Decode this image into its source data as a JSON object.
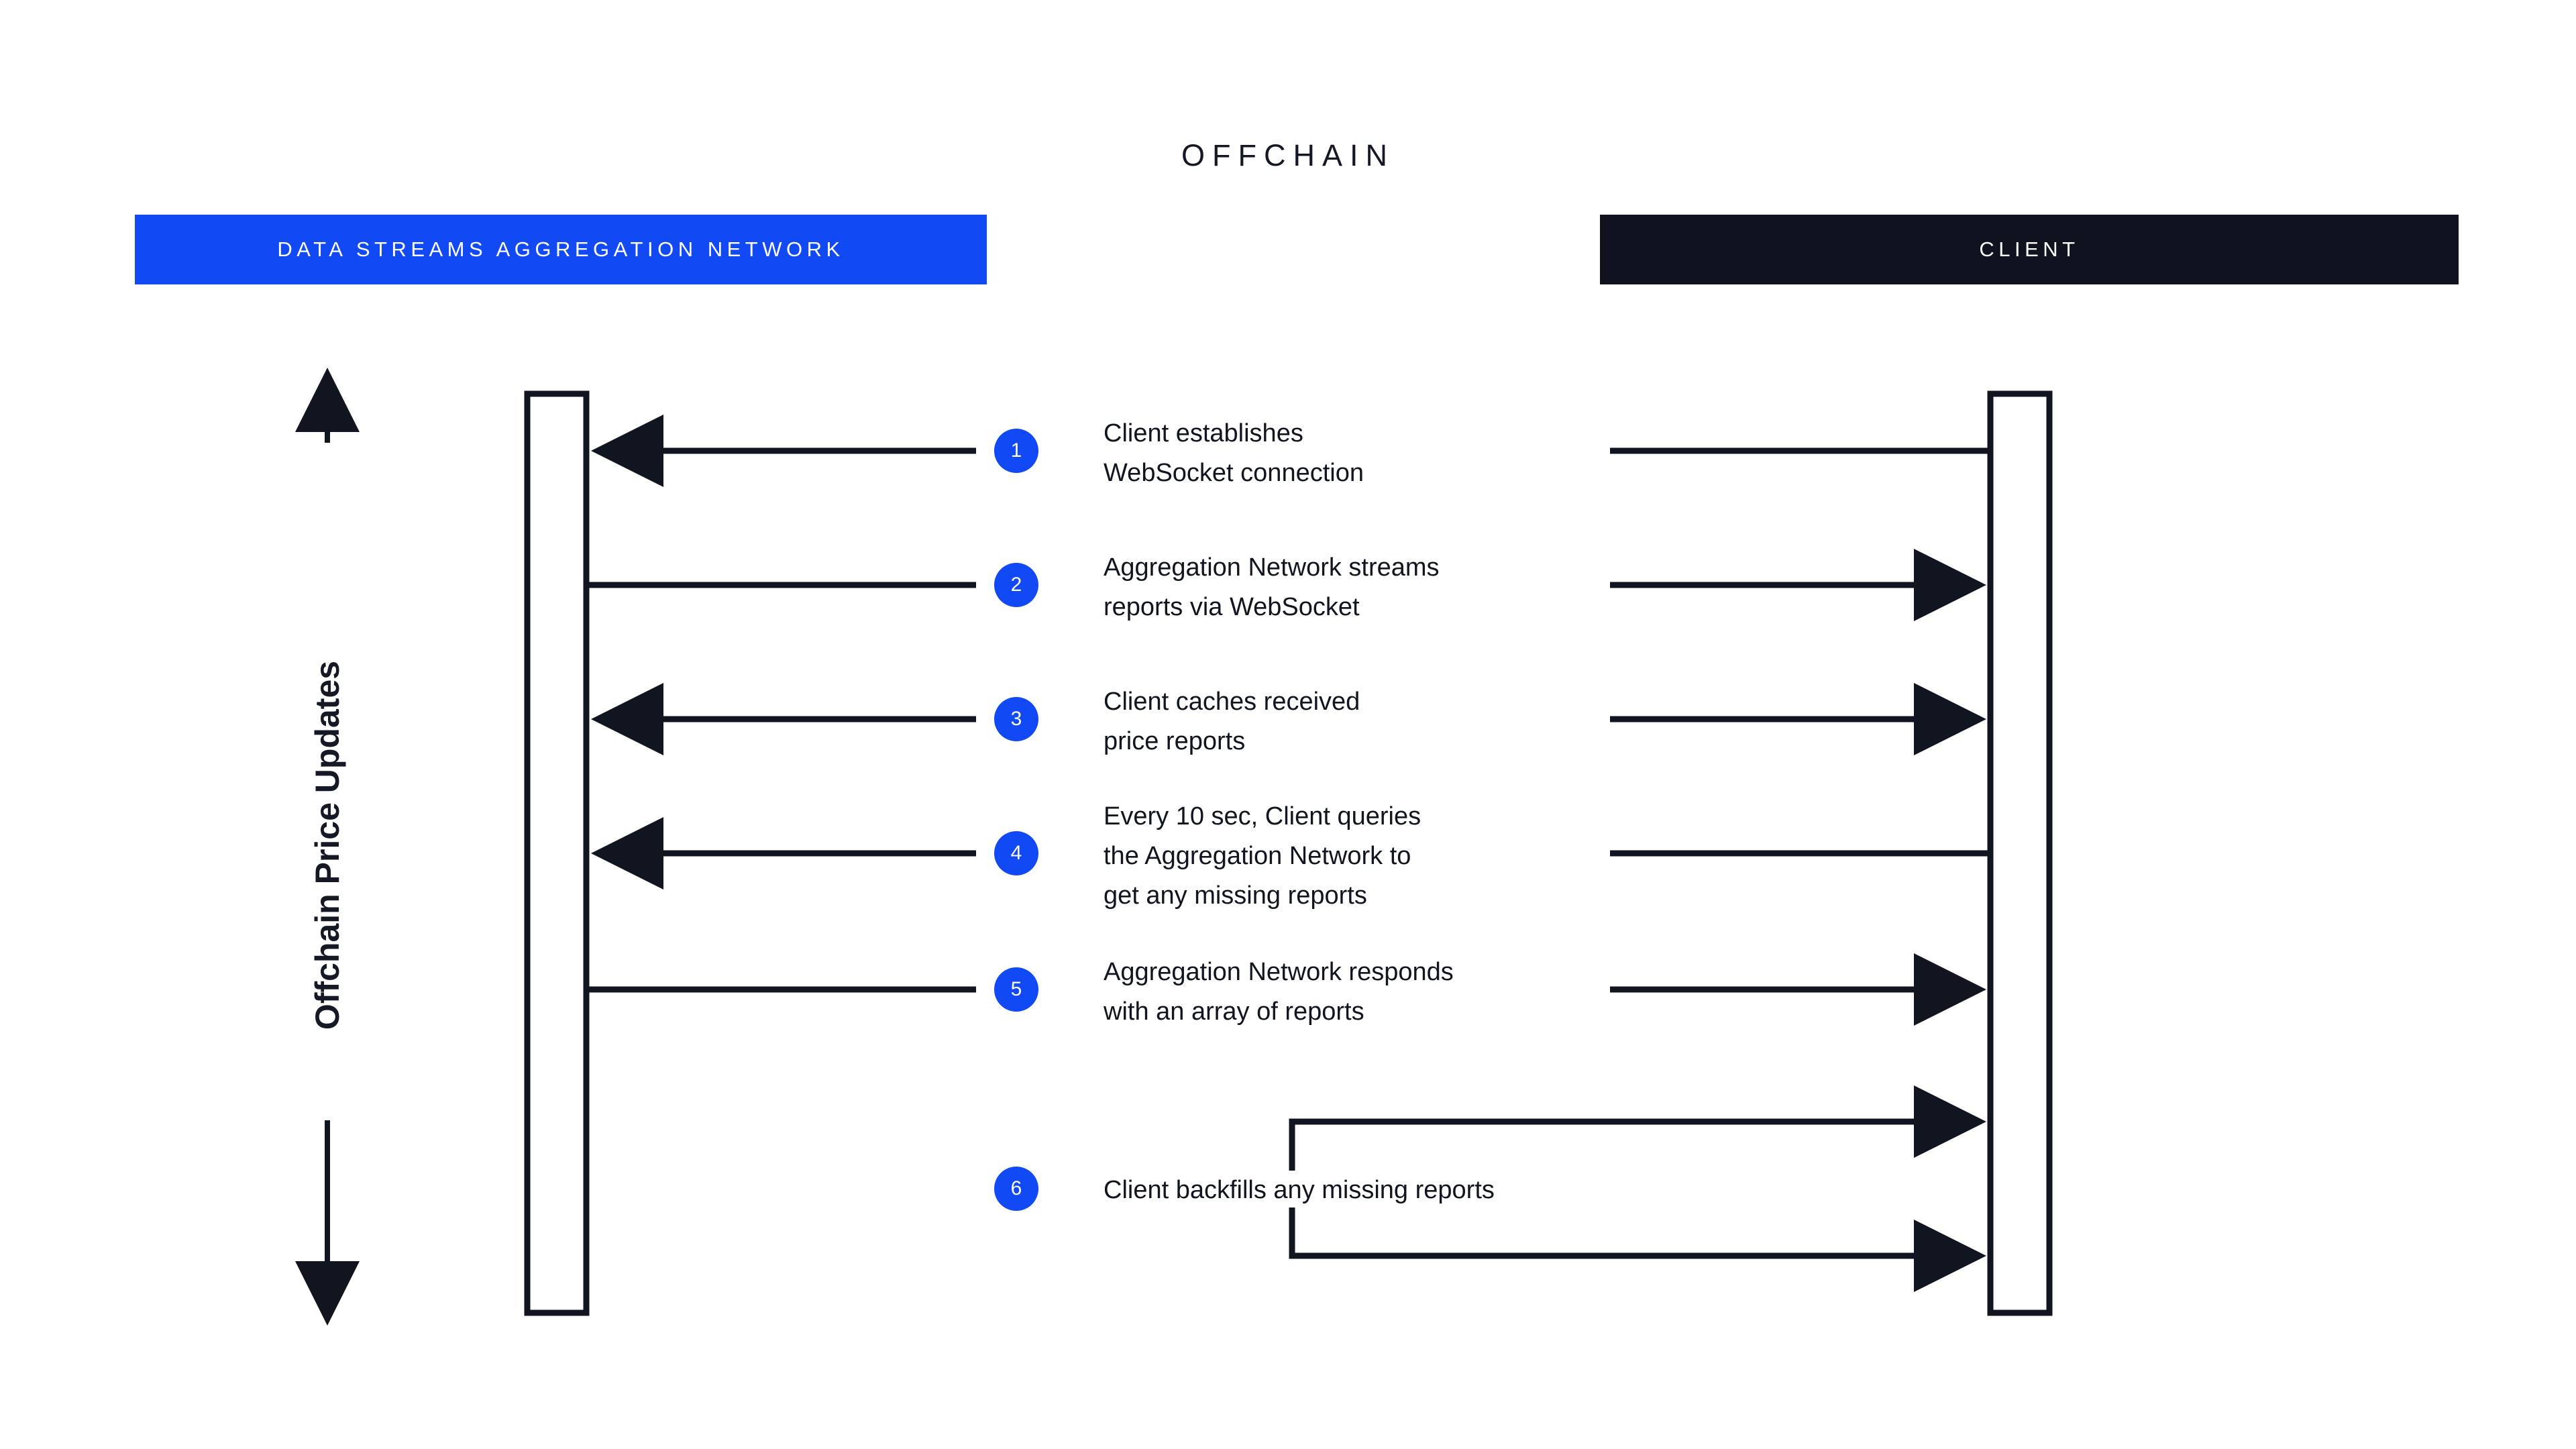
{
  "section_title": "OFFCHAIN",
  "colors": {
    "accent_blue": "#1149f5",
    "dark": "#0f131f",
    "text": "#11151f",
    "background": "#ffffff"
  },
  "lanes": [
    {
      "id": "network",
      "label": "DATA STREAMS AGGREGATION NETWORK",
      "header_bg": "#1149f5"
    },
    {
      "id": "client",
      "label": "CLIENT",
      "header_bg": "#0f131f"
    }
  ],
  "axis": {
    "label": "Offchain Price Updates",
    "direction": "bidirectional"
  },
  "steps": [
    {
      "number": "1",
      "text": "Client establishes\nWebSocket connection",
      "left_arrow": "left",
      "right_arrow": "none"
    },
    {
      "number": "2",
      "text": "Aggregation Network streams\nreports via WebSocket",
      "left_arrow": "none",
      "right_arrow": "right"
    },
    {
      "number": "3",
      "text": "Client caches received\nprice reports",
      "left_arrow": "left",
      "right_arrow": "right"
    },
    {
      "number": "4",
      "text": "Every 10 sec, Client queries\nthe Aggregation Network to\nget any missing reports",
      "left_arrow": "left",
      "right_arrow": "none"
    },
    {
      "number": "5",
      "text": "Aggregation Network responds\nwith an array of reports",
      "left_arrow": "none",
      "right_arrow": "right"
    },
    {
      "number": "6",
      "text": "Client backfills any missing reports",
      "left_arrow": "none",
      "right_arrow": "bracket"
    }
  ]
}
